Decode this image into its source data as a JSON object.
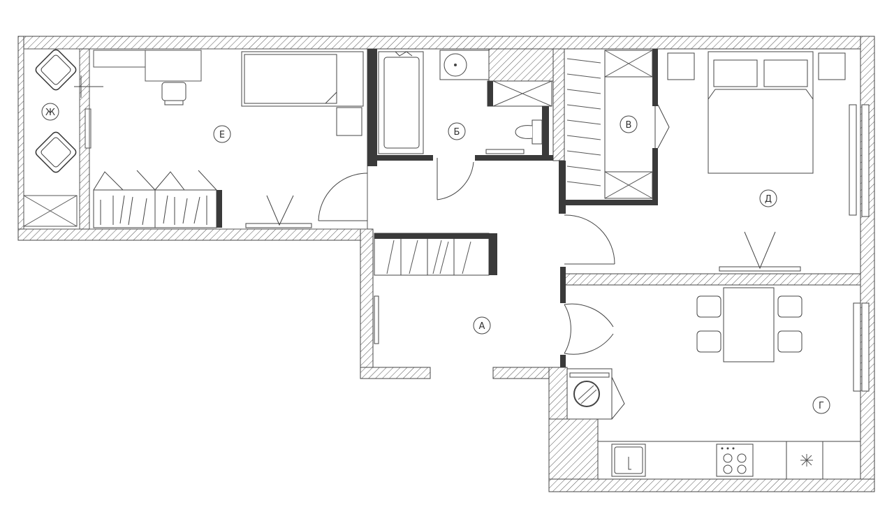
{
  "rooms": [
    {
      "id": "A",
      "label": "А"
    },
    {
      "id": "B",
      "label": "Б"
    },
    {
      "id": "V",
      "label": "В"
    },
    {
      "id": "G",
      "label": "Г"
    },
    {
      "id": "D",
      "label": "Д"
    },
    {
      "id": "E",
      "label": "Е"
    },
    {
      "id": "Zh",
      "label": "Ж"
    }
  ],
  "colors": {
    "wall_hatch": "#555555",
    "partition": "#3a3a3a",
    "line": "#444444",
    "background": "#ffffff"
  },
  "icons": [
    "armchair-icon",
    "bathtub-icon",
    "sink-icon",
    "toilet-icon",
    "shower-icon",
    "bed-icon",
    "desk-icon",
    "chair-icon",
    "wardrobe-icon",
    "washing-machine-icon",
    "stove-icon",
    "kitchen-sink-icon",
    "dining-table-icon",
    "door-swing-icon",
    "window-icon"
  ]
}
